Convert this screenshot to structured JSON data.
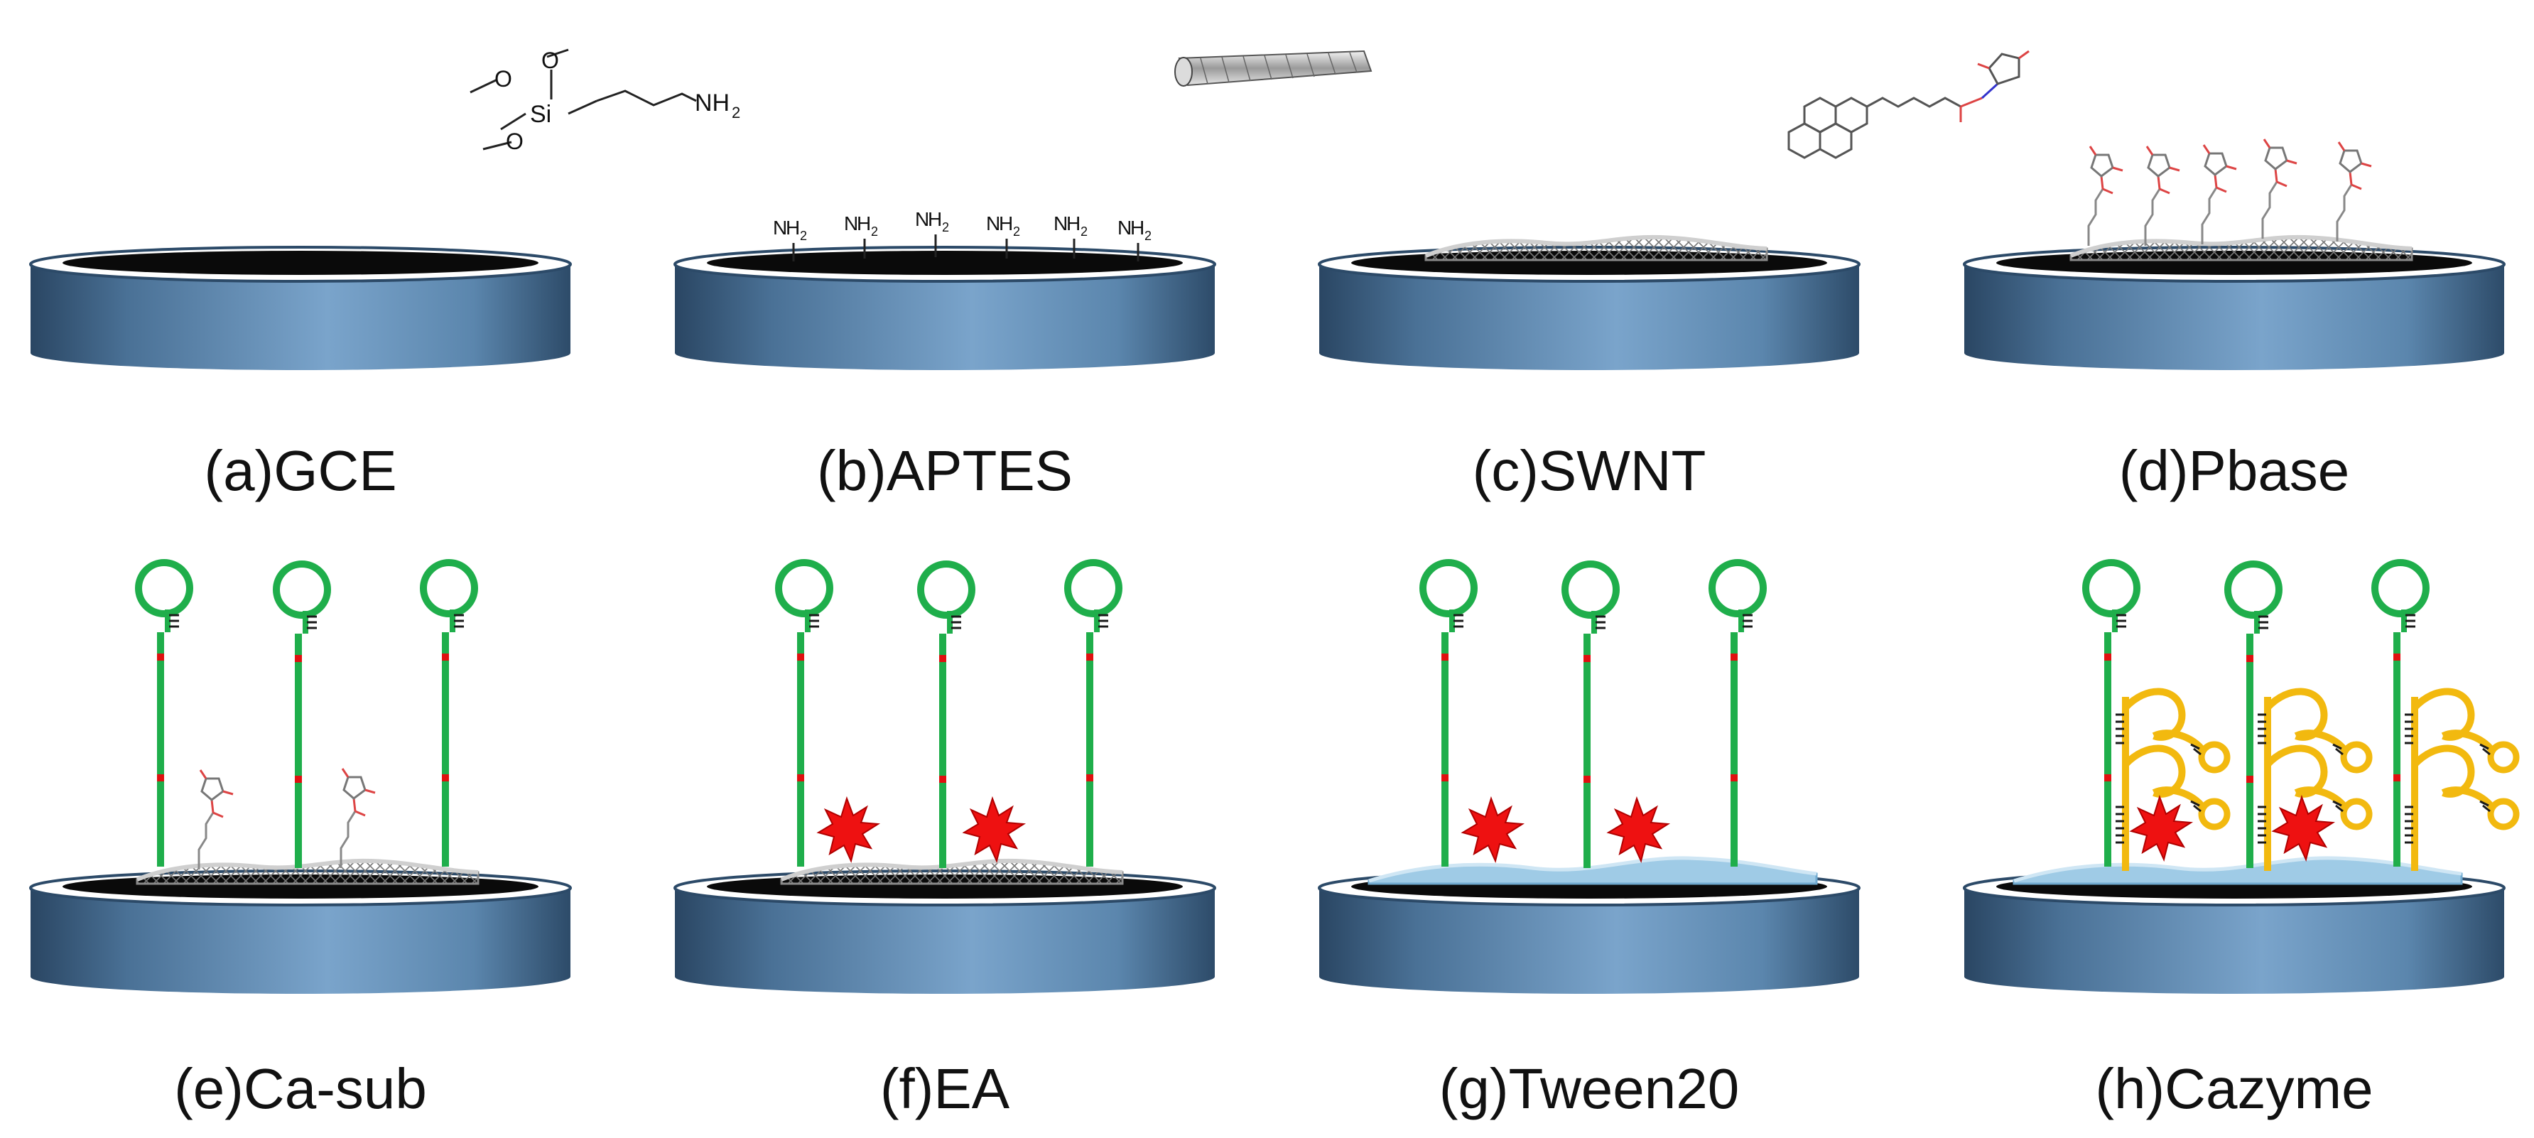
{
  "panels": [
    {
      "id": "a",
      "caption": "(a)GCE"
    },
    {
      "id": "b",
      "caption": "(b)APTES"
    },
    {
      "id": "c",
      "caption": "(c)SWNT"
    },
    {
      "id": "d",
      "caption": "(d)Pbase"
    },
    {
      "id": "e",
      "caption": "(e)Ca-sub"
    },
    {
      "id": "f",
      "caption": "(f)EA"
    },
    {
      "id": "g",
      "caption": "(g)Tween20"
    },
    {
      "id": "h",
      "caption": "(h)Cazyme"
    }
  ],
  "chem": {
    "si": "Si",
    "o": "O",
    "nh2": "NH",
    "sub2": "2"
  },
  "colors": {
    "electrode_dark": "#2c4a68",
    "electrode_light": "#6f9ac2",
    "electrode_top": "#0a0a0a",
    "swnt": "#b9b9b9",
    "tween": "#8fc3e0",
    "probe": "#1fae4b",
    "probe_mark": "#e01010",
    "enzyme": "#f2b90f",
    "star": "#ee1111"
  }
}
